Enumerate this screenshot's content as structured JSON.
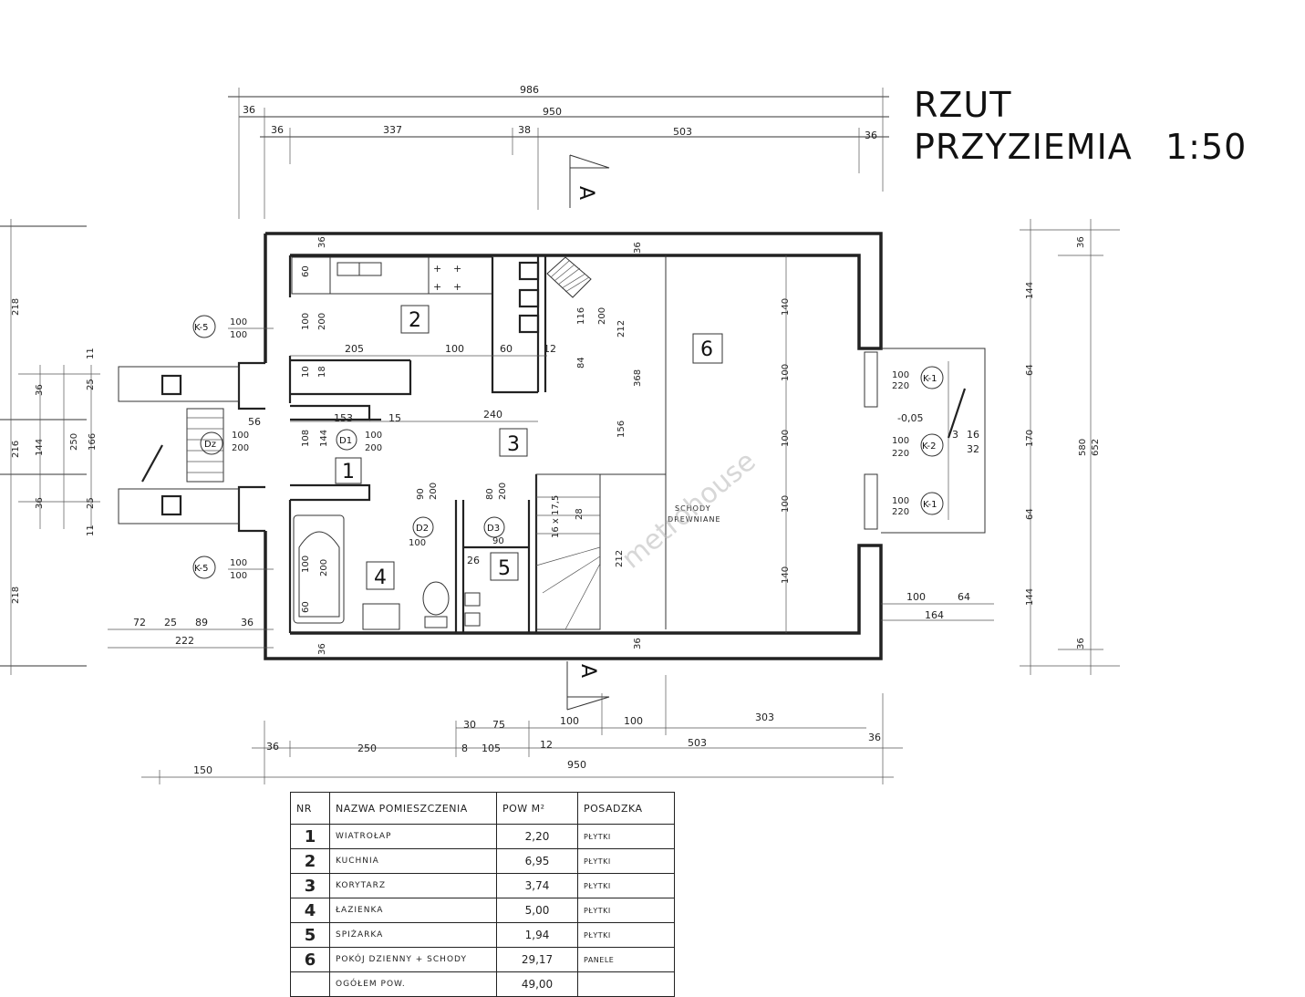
{
  "title": {
    "line1": "RZUT",
    "line2": "PRZYZIEMIA",
    "scale": "1:50"
  },
  "watermark": "metrohouse",
  "rooms": [
    {
      "nr": "1",
      "name": "WIATROŁAP",
      "area": "2,20",
      "floor": "PŁYTKI"
    },
    {
      "nr": "2",
      "name": "KUCHNIA",
      "area": "6,95",
      "floor": "PŁYTKI"
    },
    {
      "nr": "3",
      "name": "KORYTARZ",
      "area": "3,74",
      "floor": "PŁYTKI"
    },
    {
      "nr": "4",
      "name": "ŁAZIENKA",
      "area": "5,00",
      "floor": "PŁYTKI"
    },
    {
      "nr": "5",
      "name": "SPIŻARKA",
      "area": "1,94",
      "floor": "PŁYTKI"
    },
    {
      "nr": "6",
      "name": "POKÓJ DZIENNY + SCHODY",
      "area": "29,17",
      "floor": "PANELE"
    }
  ],
  "legend_headers": {
    "nr": "NR",
    "name": "NAZWA POMIESZCZENIA",
    "area": "POW M²",
    "floor": "POSADZKA"
  },
  "total": {
    "label": "OGÓŁEM POW.",
    "area": "49,00"
  },
  "stairs_label": {
    "line1": "SCHODY",
    "line2": "DREWNIANE"
  },
  "section_mark": "A",
  "tags": {
    "k5": "K-5",
    "k1": "K-1",
    "k2": "K-2",
    "dz": "Dz",
    "d1": "D1",
    "d2": "D2",
    "d3": "D3"
  },
  "top_dims": {
    "overall": "986",
    "inner": "950",
    "s36a": "36",
    "s36b": "36",
    "s337": "337",
    "s38": "38",
    "s503": "503",
    "s36c": "36"
  },
  "bottom_dims": {
    "d30": "30",
    "d75": "75",
    "d100a": "100",
    "d100b": "100",
    "d303": "303",
    "d36a": "36",
    "d250": "250",
    "d8": "8",
    "d105": "105",
    "d12": "12",
    "d503": "503",
    "d36b": "36",
    "d150": "150",
    "d950": "950"
  },
  "left_dims": {
    "d72": "72",
    "d25": "25",
    "d89": "89",
    "d36": "36",
    "d222": "222",
    "v218a": "218",
    "v216": "216",
    "v218b": "218",
    "v250": "250",
    "v144": "144",
    "v166": "166",
    "v36a": "36",
    "v36b": "36",
    "v25a": "25",
    "v25b": "25",
    "v11a": "11",
    "v11b": "11"
  },
  "right_dims": {
    "v36a": "36",
    "v144a": "144",
    "v64a": "64",
    "v170": "170",
    "v64b": "64",
    "v144b": "144",
    "v36b": "36",
    "v580": "580",
    "v652": "652",
    "d100": "100",
    "d64": "64",
    "d164": "164",
    "level": "-0,05",
    "d3": "3",
    "d16": "16",
    "d32": "32"
  },
  "openings": {
    "w100": "100",
    "w200": "200",
    "w220": "220",
    "w90": "90",
    "w80": "80"
  },
  "inner_dims": {
    "d205": "205",
    "d100": "100",
    "d60": "60",
    "d12": "12",
    "d240": "240",
    "d153": "153",
    "d56": "56",
    "d15": "15",
    "d26": "26",
    "v116": "116",
    "v200": "200",
    "v212": "212",
    "v84": "84",
    "v368": "368",
    "v156": "156",
    "v140a": "140",
    "v100a": "100",
    "v100b": "100",
    "v100c": "100",
    "v140b": "140",
    "v60": "60",
    "v100k": "100",
    "v200k": "200",
    "v18": "18",
    "v10": "10",
    "v108": "108",
    "v144": "144",
    "stair": "16 x 17,5",
    "v28": "28",
    "v212s": "212",
    "v36top": "36",
    "v36bot": "36",
    "v36l": "36",
    "v36b": "36",
    "v100l": "100",
    "v200l": "200",
    "v60b": "60"
  }
}
